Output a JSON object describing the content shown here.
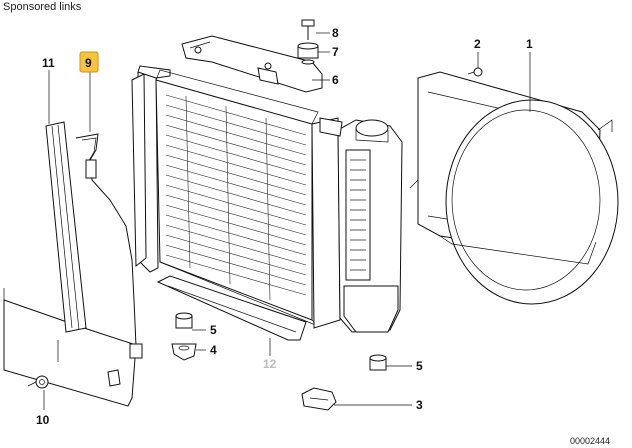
{
  "header": {
    "sponsored_text": "Sponsored links"
  },
  "callouts": {
    "c1": "1",
    "c2": "2",
    "c3": "3",
    "c4": "4",
    "c5a": "5",
    "c5b": "5",
    "c6": "6",
    "c7": "7",
    "c8": "8",
    "c9": "9",
    "c10": "10",
    "c11": "11",
    "c12": "12"
  },
  "highlighted_callout": "9",
  "footer": {
    "image_ref": "00002444"
  },
  "colors": {
    "highlight_box": "#f5c542",
    "line": "#111111",
    "muted_label": "#bbbbbb"
  }
}
